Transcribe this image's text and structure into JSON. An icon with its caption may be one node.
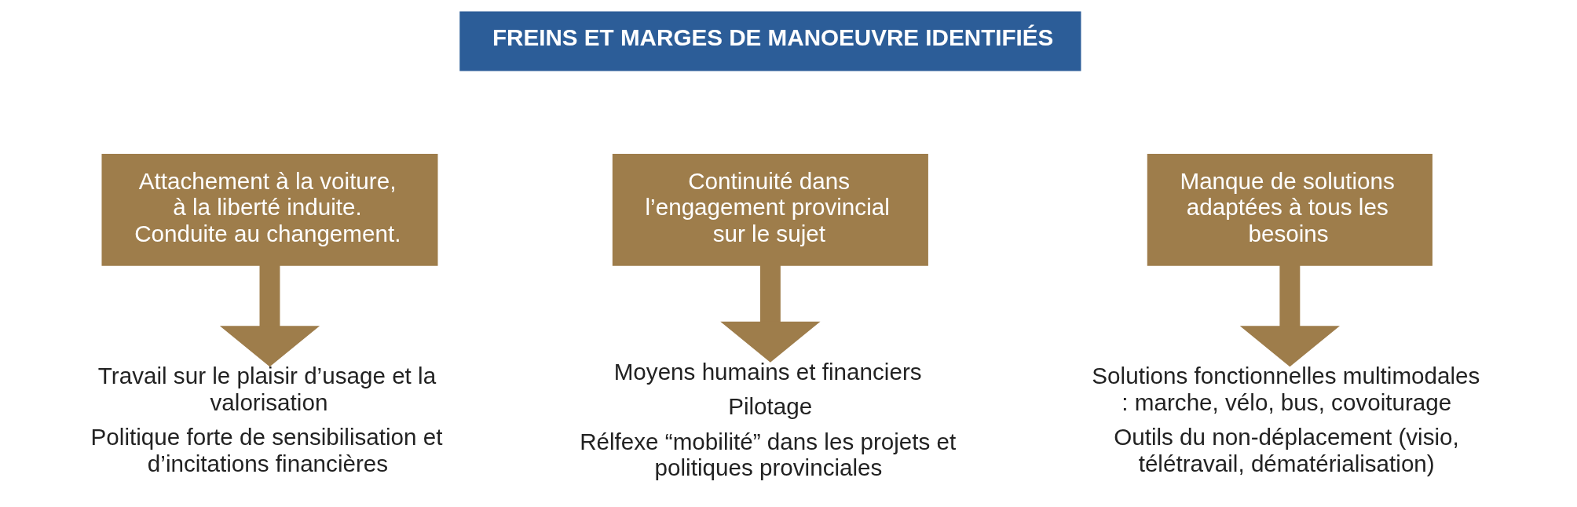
{
  "diagram": {
    "nodes": [
      {
        "text": [
          "FREINS ET MARGES DE MANOEUVRE IDENTIFIÉS"
        ]
      },
      {
        "text": [
          "Attachement à la voiture, à la liberté induite. Conduite au changement."
        ]
      },
      {
        "text": [
          "Continuité dans l’engagement provincial sur le sujet"
        ]
      },
      {
        "text": [
          "Manque de solutions adaptées à tous les besoins"
        ]
      },
      {
        "text": [
          "Travail sur le plaisir d’usage et la valorisation",
          "Politique forte de sensibilisation et d’incitations financières"
        ]
      },
      {
        "text": [
          "Moyens humains et financiers",
          "Pilotage",
          "Rélfexe “mobilité” dans les projets et politiques provinciales"
        ]
      },
      {
        "text": [
          "Solutions fonctionnelles multimodales : marche, vélo, bus, covoiturage",
          "Outils du non-déplacement (visio, télétravail, dématérialisation)"
        ]
      }
    ],
    "edges": [
      {
        "from": 1,
        "to": 4,
        "arrow": "to"
      },
      {
        "from": 2,
        "to": 5,
        "arrow": "to"
      },
      {
        "from": 3,
        "to": 6,
        "arrow": "to"
      }
    ]
  }
}
